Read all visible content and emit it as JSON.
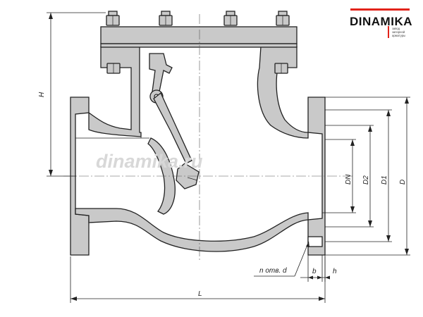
{
  "logo": {
    "brand": "DINAMIKA",
    "tagline": [
      "завод",
      "запорной",
      "арматуры"
    ],
    "accent_color": "#e2231a"
  },
  "watermark": "dinamika.ru",
  "dimensions": {
    "H": "H",
    "L": "L",
    "DN": "DN",
    "D2": "D2",
    "D1": "D1",
    "D": "D",
    "b": "b",
    "h": "h",
    "holes": "n отв. d"
  },
  "colors": {
    "section_fill": "#c9c9c9",
    "line": "#222222"
  }
}
